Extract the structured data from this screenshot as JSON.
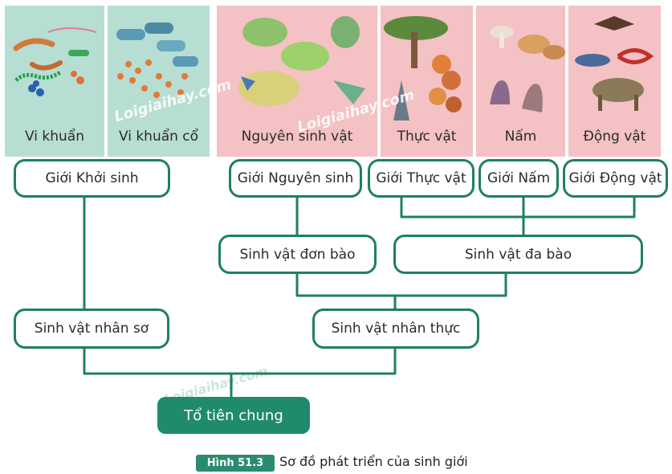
{
  "panels": {
    "vi_khuan": "Vi khuẩn",
    "vi_khuan_co": "Vi khuẩn cổ",
    "nguyen_sinh_vat": "Nguyên sinh vật",
    "thuc_vat": "Thực vật",
    "nam": "Nấm",
    "dong_vat": "Động vật"
  },
  "watermark": "Loigiaihay.com",
  "boxes": {
    "gioi_khoi_sinh": "Giới Khởi sinh",
    "gioi_nguyen_sinh": "Giới Nguyên sinh",
    "gioi_thuc_vat": "Giới Thực vật",
    "gioi_nam": "Giới Nấm",
    "gioi_dong_vat": "Giới Động vật",
    "sinh_vat_don_bao": "Sinh vật đơn bào",
    "sinh_vat_da_bao": "Sinh vật đa bào",
    "sinh_vat_nhan_so": "Sinh vật nhân sơ",
    "sinh_vat_nhan_thuc": "Sinh vật nhân thực",
    "to_tien_chung": "Tổ tiên chung"
  },
  "caption": {
    "tag": "Hình 51.3",
    "text": "Sơ đồ phát triển của sinh giới"
  },
  "colors": {
    "box_border": "#1f7f63",
    "root_fill": "#1f8a6c",
    "panel_green": "#b7ded2",
    "panel_pink": "#f4c1c4"
  }
}
